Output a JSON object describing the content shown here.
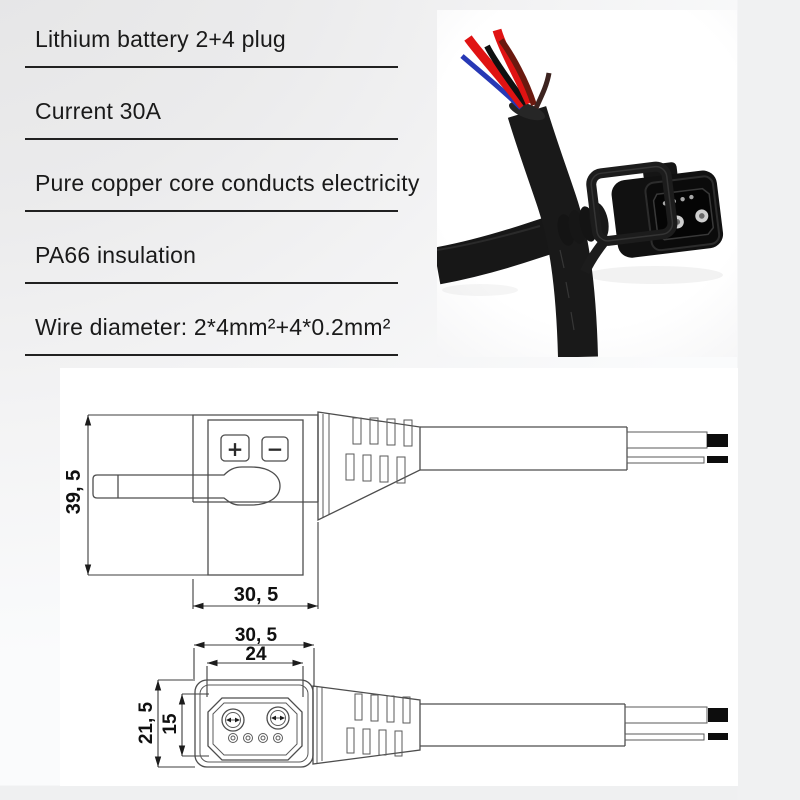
{
  "features": [
    "Lithium battery 2+4 plug",
    "Current 30A",
    "Pure copper core conducts electricity",
    "PA66 insulation",
    "Wire diameter: 2*4mm²+4*0.2mm²"
  ],
  "diagrams": {
    "side_view": {
      "height": "39, 5",
      "width": "30, 5",
      "polarity_plus": "+",
      "polarity_minus": "−"
    },
    "front_view": {
      "width": "30, 5",
      "pin_span": "24",
      "height": "21, 5",
      "face_height": "15"
    }
  },
  "colors": {
    "wire_red": "#e01313",
    "wire_blue": "#2738b5",
    "wire_maroon": "#6b190f",
    "cable_black": "#171717",
    "background_gray": "#ededee"
  }
}
